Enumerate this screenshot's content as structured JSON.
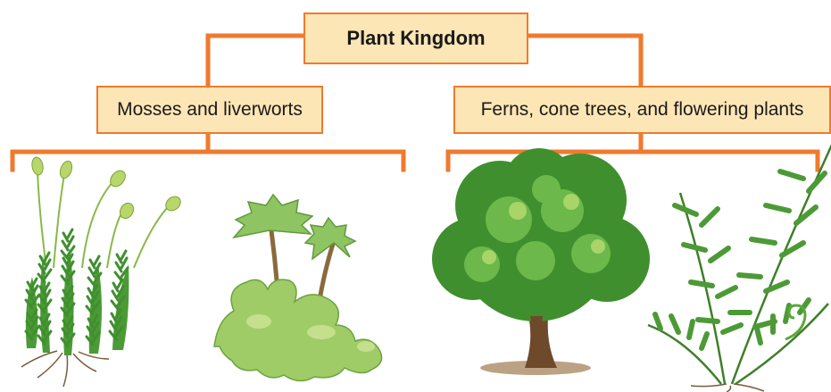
{
  "diagram": {
    "root": {
      "label": "Plant Kingdom"
    },
    "groups": [
      {
        "label": "Mosses and liverworts",
        "illustrations": [
          "moss-illustration",
          "liverwort-illustration"
        ]
      },
      {
        "label": "Ferns, cone trees, and flowering plants",
        "illustrations": [
          "tree-illustration",
          "fern-illustration"
        ]
      }
    ]
  },
  "colors": {
    "connector": "#ef7a2e",
    "box_fill": "#fde6b5",
    "box_border": "#ef7a2e",
    "leaf_green": "#5aa83a",
    "dark_green": "#2f7a25",
    "light_green": "#a9d46a",
    "trunk_brown": "#6e4a2b"
  }
}
